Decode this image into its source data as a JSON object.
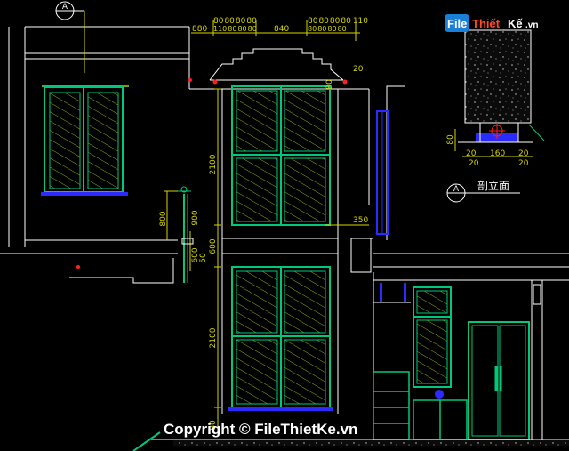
{
  "section_marker": {
    "letter": "A",
    "label": "剖立面"
  },
  "top_dimensions": {
    "left_group": [
      "880",
      "110",
      "80",
      "80",
      "80",
      "80",
      "110",
      "80",
      "80",
      "80"
    ],
    "middle": "840",
    "right_group": [
      "110",
      "80",
      "80",
      "80",
      "80",
      "110",
      "80",
      "80",
      "80",
      "80"
    ]
  },
  "vertical_dimensions": [
    "2100",
    "600",
    "2100",
    "800",
    "900",
    "50",
    "350"
  ],
  "detail_dimensions": [
    "20",
    "160",
    "20",
    "20",
    "80"
  ],
  "small_labels": [
    "80",
    "20"
  ],
  "watermark": {
    "file": "File",
    "thiet": "Thiết",
    "ke": "Kế",
    "vn": ".vn"
  },
  "copyright": "Copyright © FileThietKe.vn",
  "colors": {
    "background": "#000000",
    "walls": "#ffffff",
    "window_frame": "#00c87a",
    "glass": "#7aa000",
    "dims": "#d4d400",
    "accent_blue": "#2b2bff",
    "marker_red": "#ff2020"
  }
}
